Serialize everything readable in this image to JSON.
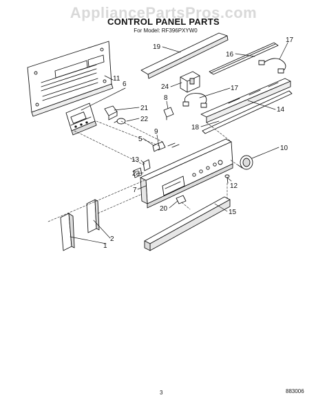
{
  "watermark": "AppliancePartsPros.com",
  "title": "CONTROL PANEL PARTS",
  "subtitle": "For Model: RF396PXYW0",
  "page_number": "3",
  "document_code": "883006",
  "callouts": [
    {
      "id": "c1",
      "label": "1"
    },
    {
      "id": "c2",
      "label": "2"
    },
    {
      "id": "c5",
      "label": "5"
    },
    {
      "id": "c6",
      "label": "6"
    },
    {
      "id": "c7",
      "label": "7"
    },
    {
      "id": "c8",
      "label": "8"
    },
    {
      "id": "c9",
      "label": "9"
    },
    {
      "id": "c10",
      "label": "10"
    },
    {
      "id": "c11",
      "label": "11"
    },
    {
      "id": "c12",
      "label": "12"
    },
    {
      "id": "c13",
      "label": "13"
    },
    {
      "id": "c14",
      "label": "14"
    },
    {
      "id": "c15",
      "label": "15"
    },
    {
      "id": "c16",
      "label": "16"
    },
    {
      "id": "c17a",
      "label": "17"
    },
    {
      "id": "c17b",
      "label": "17"
    },
    {
      "id": "c18",
      "label": "18"
    },
    {
      "id": "c19",
      "label": "19"
    },
    {
      "id": "c20",
      "label": "20"
    },
    {
      "id": "c21",
      "label": "21"
    },
    {
      "id": "c22",
      "label": "22"
    },
    {
      "id": "c23",
      "label": "23"
    },
    {
      "id": "c24",
      "label": "24"
    }
  ]
}
